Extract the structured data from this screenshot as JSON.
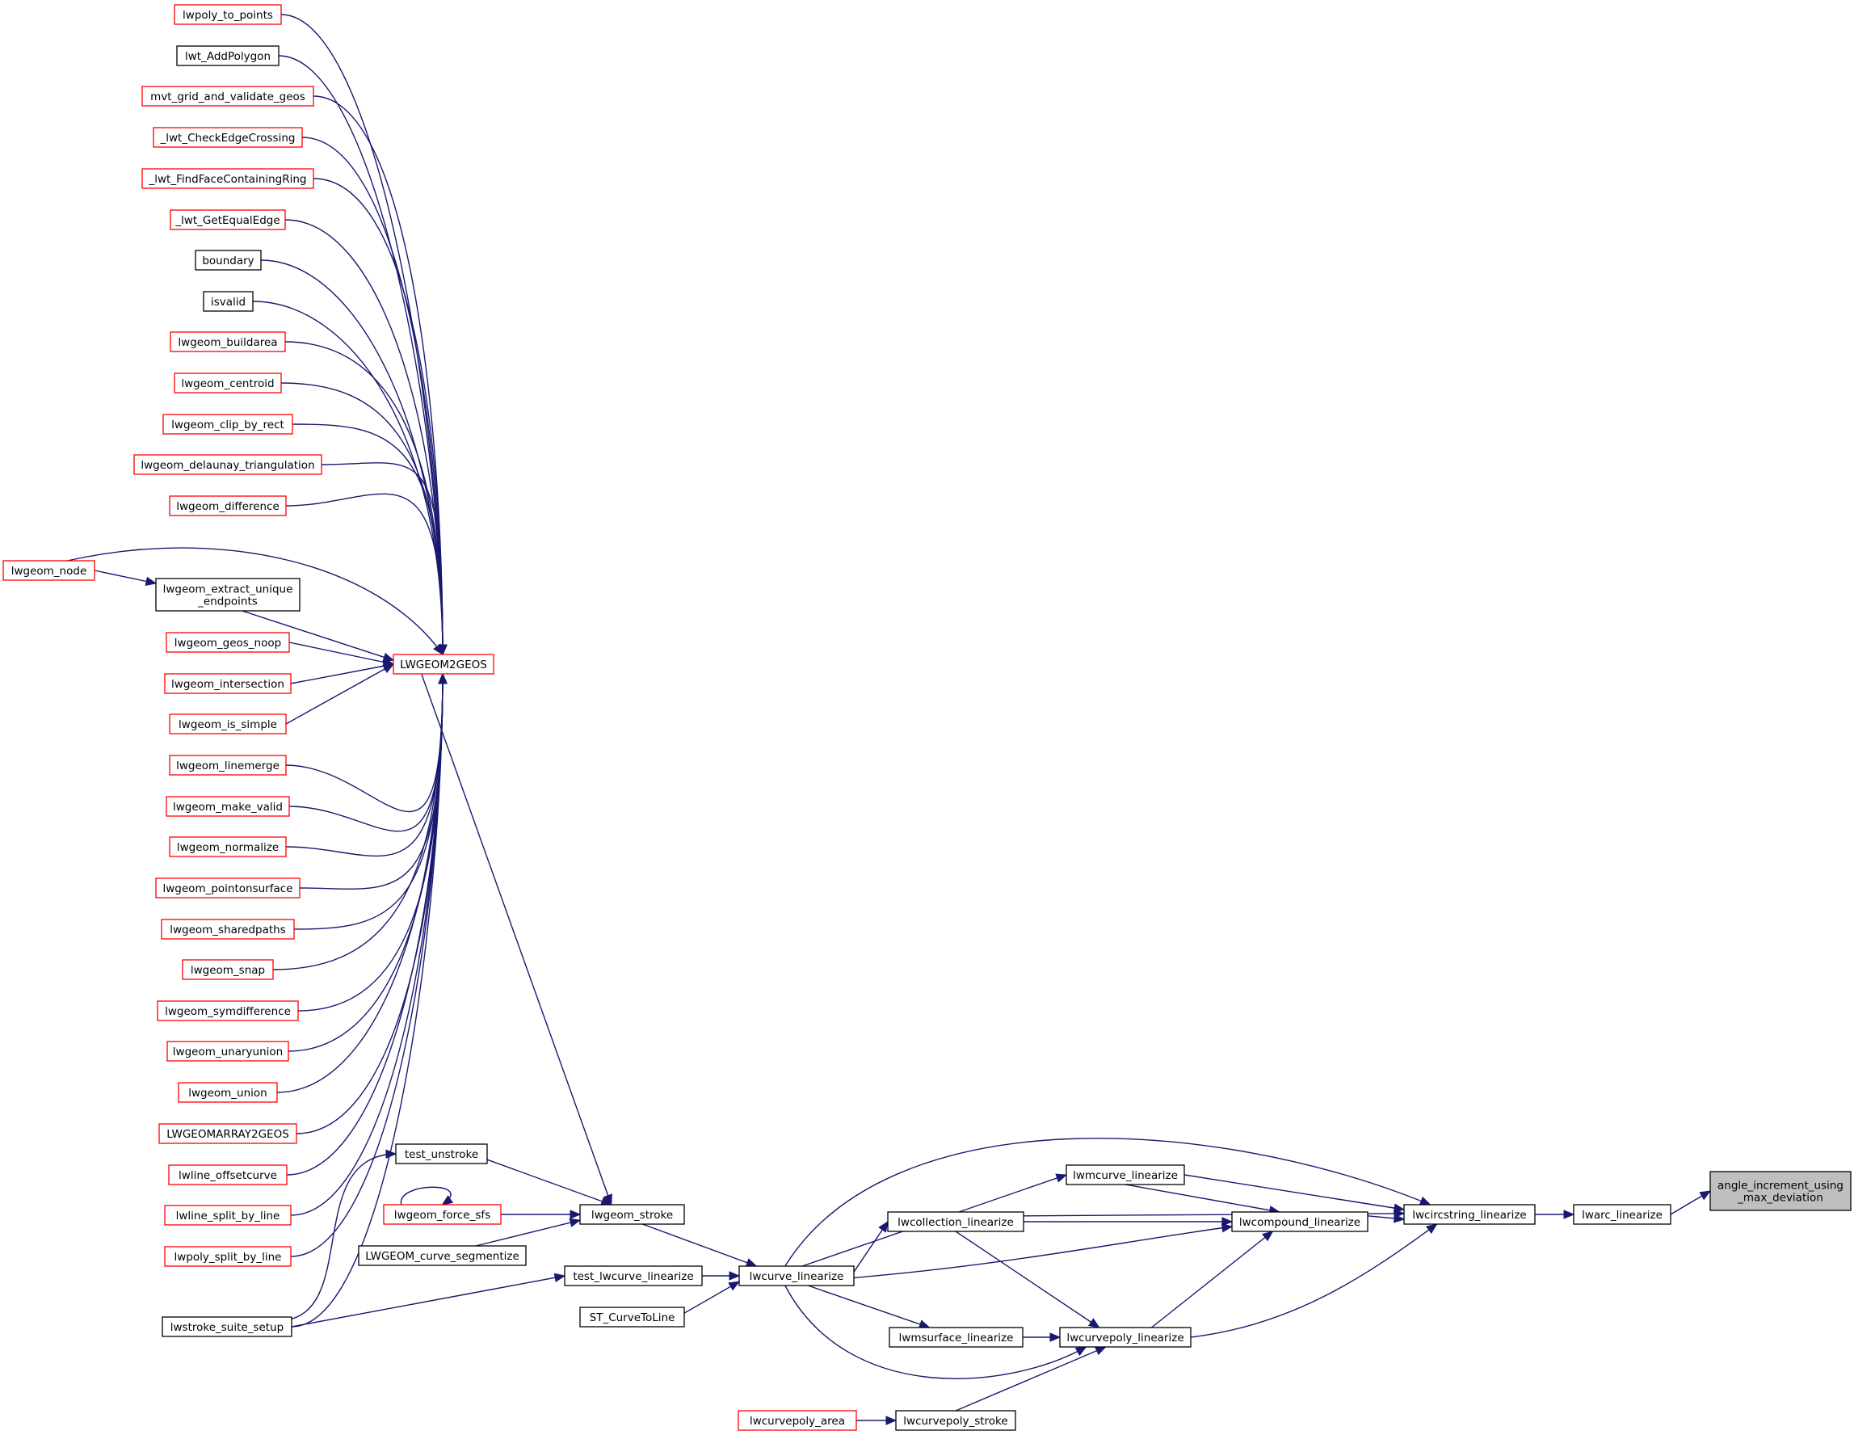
{
  "colors": {
    "edge": "#191970",
    "documented_border": "#000000",
    "undocumented_border": "#ff0000",
    "root_fill": "#bfbfbf",
    "background": "#ffffff"
  },
  "nodes": {
    "angle_increment": {
      "lines": [
        "angle_increment_using",
        "_max_deviation"
      ],
      "style": "root"
    },
    "lwarc_linearize": {
      "lines": [
        "lwarc_linearize"
      ],
      "style": "black"
    },
    "lwcircstring_linearize": {
      "lines": [
        "lwcircstring_linearize"
      ],
      "style": "black"
    },
    "lwmcurve_linearize": {
      "lines": [
        "lwmcurve_linearize"
      ],
      "style": "black"
    },
    "lwcompound_linearize": {
      "lines": [
        "lwcompound_linearize"
      ],
      "style": "black"
    },
    "lwcollection_linearize": {
      "lines": [
        "lwcollection_linearize"
      ],
      "style": "black"
    },
    "lwcurvepoly_linearize": {
      "lines": [
        "lwcurvepoly_linearize"
      ],
      "style": "black"
    },
    "lwmsurface_linearize": {
      "lines": [
        "lwmsurface_linearize"
      ],
      "style": "black"
    },
    "lwcurvepoly_stroke": {
      "lines": [
        "lwcurvepoly_stroke"
      ],
      "style": "black"
    },
    "lwcurvepoly_area": {
      "lines": [
        "lwcurvepoly_area"
      ],
      "style": "red"
    },
    "lwcurve_linearize": {
      "lines": [
        "lwcurve_linearize"
      ],
      "style": "black"
    },
    "lwgeom_stroke": {
      "lines": [
        "lwgeom_stroke"
      ],
      "style": "black"
    },
    "test_lwcurve_linearize": {
      "lines": [
        "test_lwcurve_linearize"
      ],
      "style": "black"
    },
    "st_curvetoline": {
      "lines": [
        "ST_CurveToLine"
      ],
      "style": "black"
    },
    "test_unstroke": {
      "lines": [
        "test_unstroke"
      ],
      "style": "black"
    },
    "lwgeom_force_sfs": {
      "lines": [
        "lwgeom_force_sfs"
      ],
      "style": "red"
    },
    "lwgeom_curve_segmentize": {
      "lines": [
        "LWGEOM_curve_segmentize"
      ],
      "style": "black"
    },
    "lwstroke_suite_setup": {
      "lines": [
        "lwstroke_suite_setup"
      ],
      "style": "black"
    },
    "lwgeom2geos": {
      "lines": [
        "LWGEOM2GEOS"
      ],
      "style": "red"
    },
    "lwpoly_to_points": {
      "lines": [
        "lwpoly_to_points"
      ],
      "style": "red"
    },
    "lwt_addpolygon": {
      "lines": [
        "lwt_AddPolygon"
      ],
      "style": "black"
    },
    "mvt_grid": {
      "lines": [
        "mvt_grid_and_validate_geos"
      ],
      "style": "red"
    },
    "lwt_checkedgecrossing": {
      "lines": [
        "_lwt_CheckEdgeCrossing"
      ],
      "style": "red"
    },
    "lwt_findface": {
      "lines": [
        "_lwt_FindFaceContainingRing"
      ],
      "style": "red"
    },
    "lwt_getequaledge": {
      "lines": [
        "_lwt_GetEqualEdge"
      ],
      "style": "red"
    },
    "boundary": {
      "lines": [
        "boundary"
      ],
      "style": "black"
    },
    "isvalid": {
      "lines": [
        "isvalid"
      ],
      "style": "black"
    },
    "lwgeom_buildarea": {
      "lines": [
        "lwgeom_buildarea"
      ],
      "style": "red"
    },
    "lwgeom_centroid": {
      "lines": [
        "lwgeom_centroid"
      ],
      "style": "red"
    },
    "lwgeom_clip_by_rect": {
      "lines": [
        "lwgeom_clip_by_rect"
      ],
      "style": "red"
    },
    "lwgeom_delaunay": {
      "lines": [
        "lwgeom_delaunay_triangulation"
      ],
      "style": "red"
    },
    "lwgeom_difference": {
      "lines": [
        "lwgeom_difference"
      ],
      "style": "red"
    },
    "lwgeom_node": {
      "lines": [
        "lwgeom_node"
      ],
      "style": "red"
    },
    "lwgeom_extract": {
      "lines": [
        "lwgeom_extract_unique",
        "_endpoints"
      ],
      "style": "black"
    },
    "lwgeom_geos_noop": {
      "lines": [
        "lwgeom_geos_noop"
      ],
      "style": "red"
    },
    "lwgeom_intersection": {
      "lines": [
        "lwgeom_intersection"
      ],
      "style": "red"
    },
    "lwgeom_is_simple": {
      "lines": [
        "lwgeom_is_simple"
      ],
      "style": "red"
    },
    "lwgeom_linemerge": {
      "lines": [
        "lwgeom_linemerge"
      ],
      "style": "red"
    },
    "lwgeom_make_valid": {
      "lines": [
        "lwgeom_make_valid"
      ],
      "style": "red"
    },
    "lwgeom_normalize": {
      "lines": [
        "lwgeom_normalize"
      ],
      "style": "red"
    },
    "lwgeom_pointonsurface": {
      "lines": [
        "lwgeom_pointonsurface"
      ],
      "style": "red"
    },
    "lwgeom_sharedpaths": {
      "lines": [
        "lwgeom_sharedpaths"
      ],
      "style": "red"
    },
    "lwgeom_snap": {
      "lines": [
        "lwgeom_snap"
      ],
      "style": "red"
    },
    "lwgeom_symdifference": {
      "lines": [
        "lwgeom_symdifference"
      ],
      "style": "red"
    },
    "lwgeom_unaryunion": {
      "lines": [
        "lwgeom_unaryunion"
      ],
      "style": "red"
    },
    "lwgeom_union": {
      "lines": [
        "lwgeom_union"
      ],
      "style": "red"
    },
    "lwgeomarray2geos": {
      "lines": [
        "LWGEOMARRAY2GEOS"
      ],
      "style": "red"
    },
    "lwline_offsetcurve": {
      "lines": [
        "lwline_offsetcurve"
      ],
      "style": "red"
    },
    "lwline_split_by_line": {
      "lines": [
        "lwline_split_by_line"
      ],
      "style": "red"
    },
    "lwpoly_split_by_line": {
      "lines": [
        "lwpoly_split_by_line"
      ],
      "style": "red"
    }
  }
}
